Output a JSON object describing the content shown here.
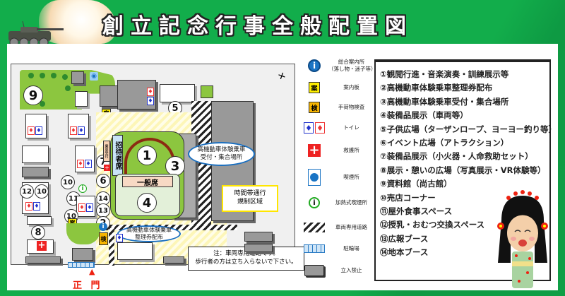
{
  "header": {
    "title": "創立記念行事全般配置図"
  },
  "colors": {
    "frame_green": "#12ad4b",
    "field_green": "#8cc63f",
    "callout_blue": "#1a6fc0",
    "restricted_gray": "#999999",
    "gate_red": "#e21111",
    "annai_yellow": "#ffef00",
    "check_orange": "#f7b500"
  },
  "map": {
    "compass_icon": "north-arrow",
    "zones": {
      "guest_seats": "招待者席",
      "general_seats": "一般席",
      "reception_small": "乗車受付"
    },
    "callouts": {
      "ride_reception": [
        "高機動車体験乗車",
        "受付・集合場所"
      ],
      "ride_ticket": [
        "高機動車体験乗車",
        "整理券配布"
      ],
      "time_restricted": [
        "時間帯通行",
        "規制区域"
      ],
      "note": [
        "注：車両専用道路です。",
        "歩行者の方は立ち入らないで下さい。"
      ]
    },
    "markers": [
      "1",
      "2",
      "3",
      "4",
      "5",
      "6",
      "7",
      "8",
      "9",
      "10",
      "10",
      "10",
      "11",
      "12",
      "13",
      "14"
    ],
    "annai_label": "案",
    "check_label": "検",
    "info_label": "i",
    "gate_label": "正 門"
  },
  "legend": [
    {
      "icon": "info-icon",
      "label": "総合案内所\n（落し物・迷子等）"
    },
    {
      "icon": "guide-board-icon",
      "glyph": "案",
      "label": "案内板"
    },
    {
      "icon": "baggage-check-icon",
      "glyph": "検",
      "label": "手荷物検査"
    },
    {
      "icon": "toilet-icon",
      "label": "トイレ"
    },
    {
      "icon": "first-aid-icon",
      "label": "救護所"
    },
    {
      "icon": "smoking-area-icon",
      "label": "喫煙所"
    },
    {
      "icon": "heated-tobacco-icon",
      "label": "加熱式喫煙所"
    },
    {
      "icon": "vehicle-road-icon",
      "label": "車両専用道路"
    },
    {
      "icon": "bicycle-parking-icon",
      "label": "駐輪場"
    },
    {
      "icon": "no-entry-icon",
      "label": "立入禁止"
    }
  ],
  "locations": [
    "①観閲行進・音楽演奏・訓練展示等",
    "②高機動車体験乗車整理券配布",
    "③高機動車体験乗車受付・集合場所",
    "④装備品展示（車両等）",
    "⑤子供広場（ターザンロープ、ヨーヨー釣り等）",
    "⑥イベント広場（アトラクション）",
    "⑦装備品展示（小火器・人命救助セット）",
    "⑧展示・憩いの広場（写真展示・VR体験等）",
    "⑨資料館（尚古館）",
    "⑩売店コーナー",
    "⑪屋外食事スペース",
    "⑫授乳・おむつ交換スペース",
    "⑬広報ブース",
    "⑭地本ブース"
  ]
}
